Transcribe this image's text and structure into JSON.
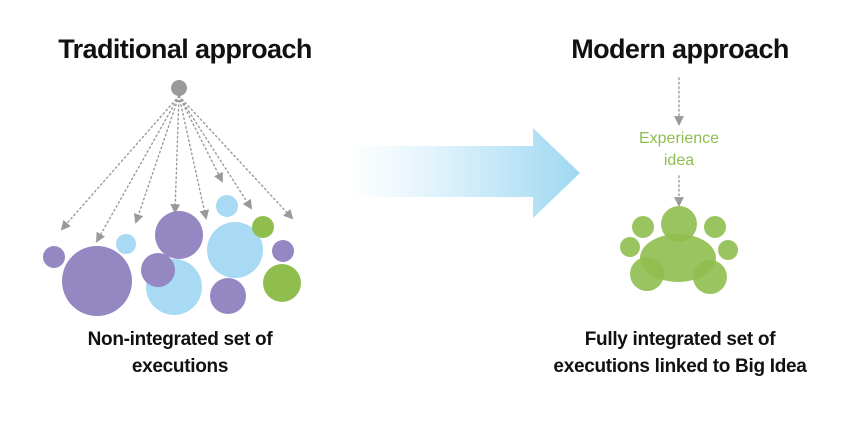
{
  "left": {
    "title": "Traditional approach",
    "caption_line1": "Non-integrated set of",
    "caption_line2": "executions"
  },
  "right": {
    "title": "Modern approach",
    "idea_line1": "Experience",
    "idea_line2": "idea",
    "caption_line1": "Fully integrated set of",
    "caption_line2": "executions linked to Big Idea"
  },
  "colors": {
    "purple": "#9487c2",
    "light_blue": "#a8dbf3",
    "green": "#8fbe4e",
    "gray": "#9a9a9a",
    "arrow_blue": "#9fd8f2",
    "text": "#111111"
  },
  "icons": {
    "center_arrow": "right-arrow-icon",
    "source_node": "gray-dot-icon"
  }
}
